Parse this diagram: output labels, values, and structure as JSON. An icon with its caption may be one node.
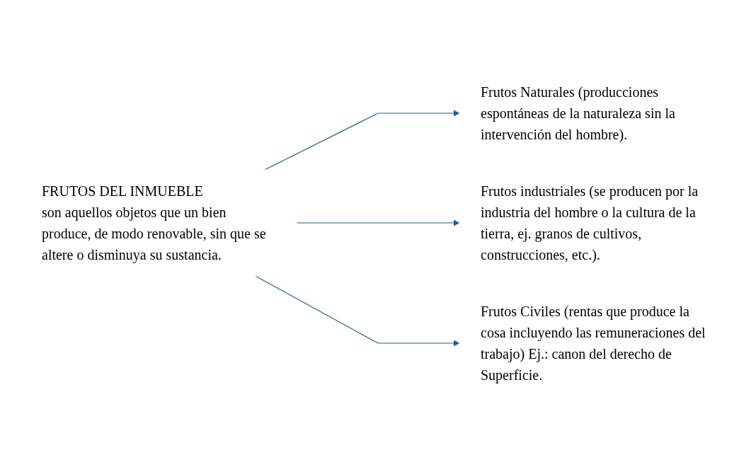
{
  "diagram": {
    "nodes": [
      {
        "text": [
          "FRUTOS DEL INMUEBLE",
          "son aquellos objetos que un bien produce, de modo renovable, sin que se altere o disminuya su sustancia."
        ]
      },
      {
        "text": [
          "Frutos Naturales (producciones espontáneas de la naturaleza sin la intervención del hombre)."
        ]
      },
      {
        "text": [
          "Frutos industriales (se producen por la industria del hombre o la cultura de la tierra, ej. granos de cultivos, construcciones, etc.)."
        ]
      },
      {
        "text": [
          "Frutos Civiles (rentas que produce la cosa incluyendo las remuneraciones del trabajo) Ej.: canon del derecho de Superficie."
        ]
      }
    ],
    "edges": [
      {
        "from": 0,
        "to": 1,
        "arrow": "to"
      },
      {
        "from": 0,
        "to": 2,
        "arrow": "to"
      },
      {
        "from": 0,
        "to": 3,
        "arrow": "to"
      }
    ]
  }
}
